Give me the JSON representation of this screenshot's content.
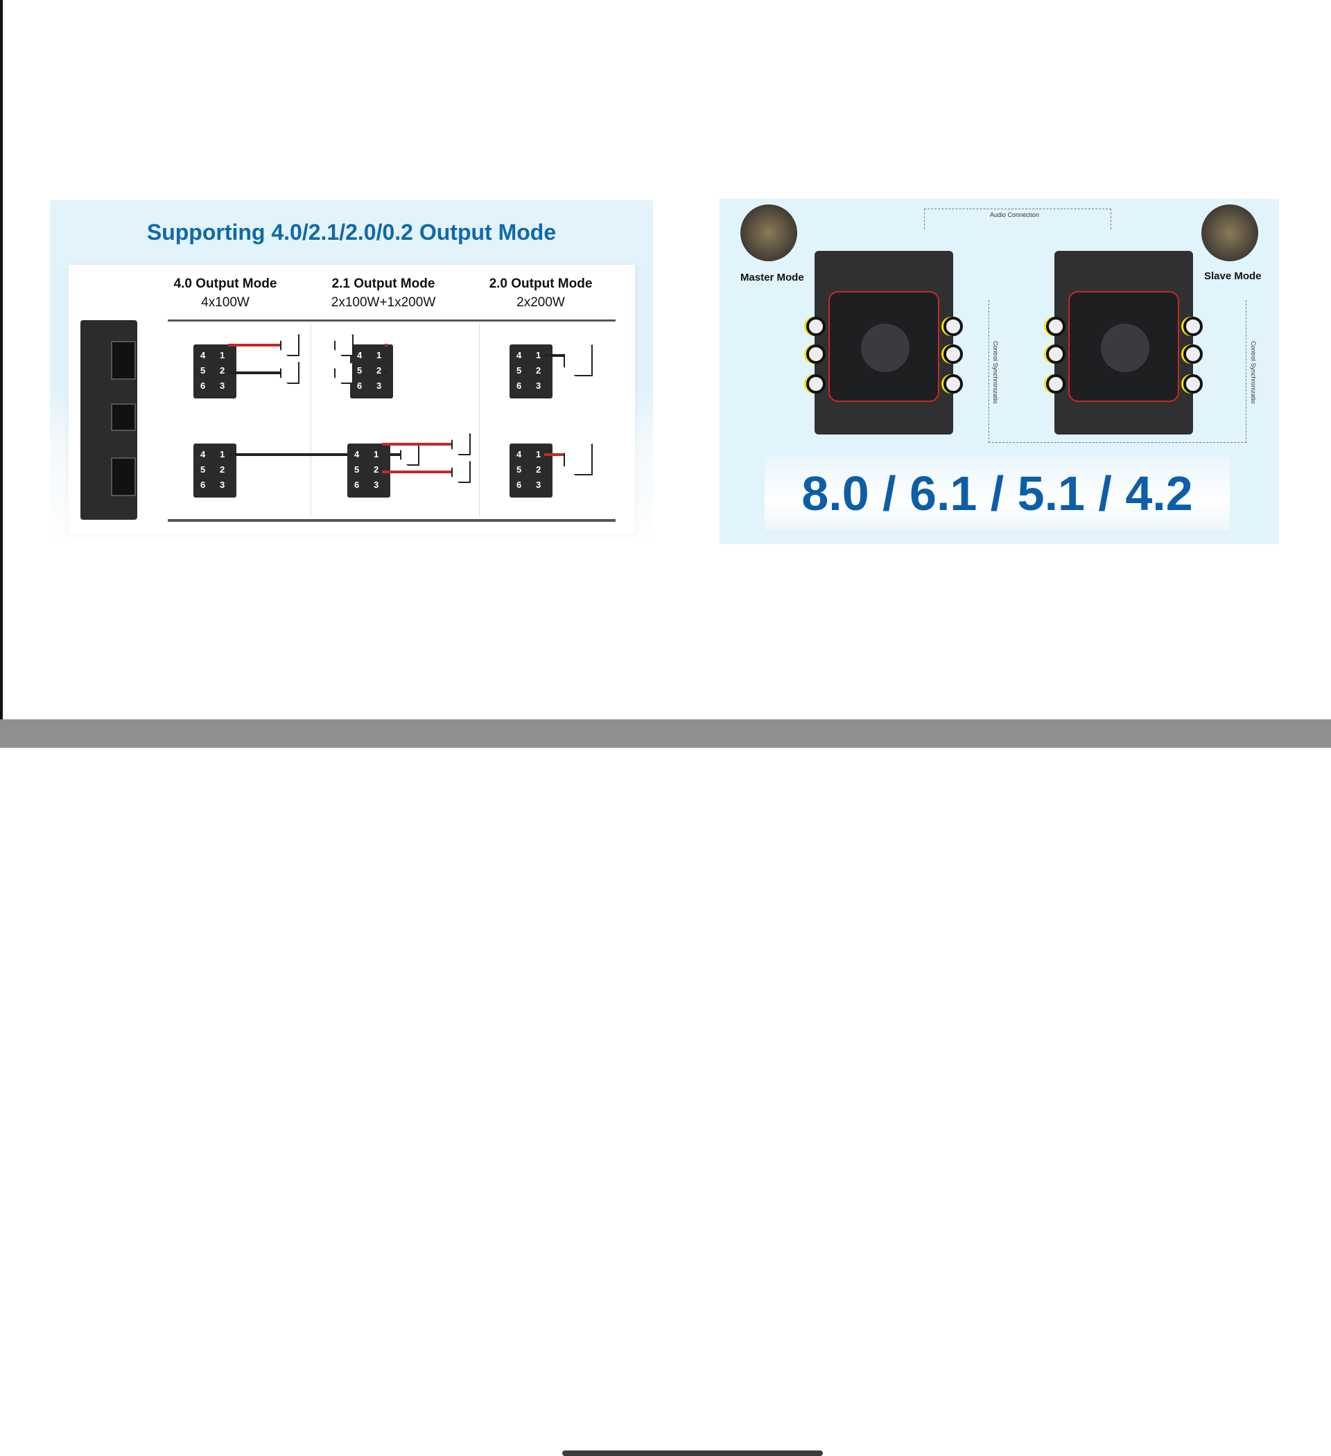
{
  "left_panel": {
    "title": "Supporting 4.0/2.1/2.0/0.2 Output Mode",
    "columns": [
      {
        "mode": "4.0 Output Mode",
        "power": "4x100W"
      },
      {
        "mode": "2.1 Output Mode",
        "power": "2x100W+1x200W"
      },
      {
        "mode": "2.0 Output Mode",
        "power": "2x200W"
      }
    ],
    "terminal_labels": [
      "4",
      "1",
      "5",
      "2",
      "6",
      "3"
    ]
  },
  "right_panel": {
    "master_label": "Master Mode",
    "slave_label": "Slave Mode",
    "audio_connection": "Audio Connection",
    "control_sync": "Control Synchronizatio",
    "channels": "8.0 / 6.1 / 5.1 / 4.2"
  }
}
